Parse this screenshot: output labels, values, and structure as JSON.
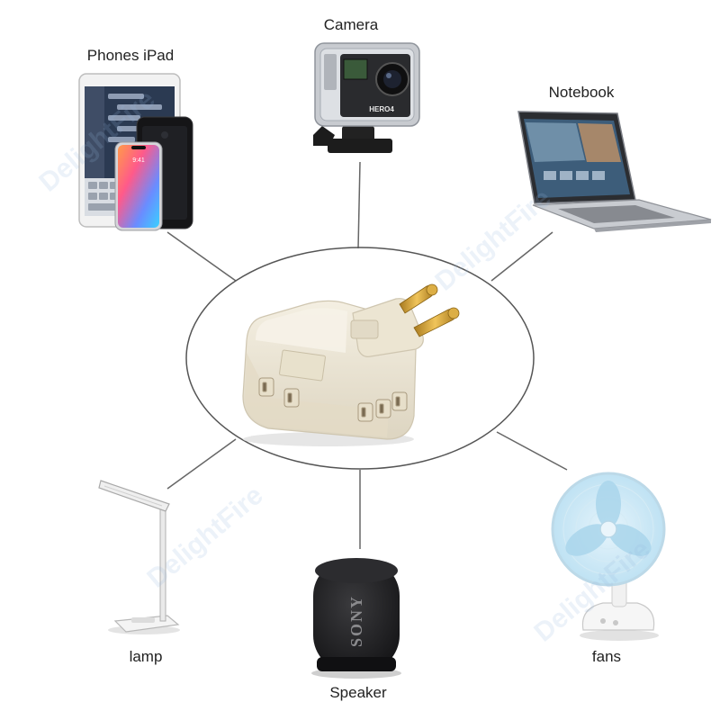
{
  "labels": {
    "phones": "Phones iPad",
    "camera": "Camera",
    "notebook": "Notebook",
    "lamp": "lamp",
    "speaker": "Speaker",
    "fans": "fans"
  },
  "camera_model": "HERO4",
  "speaker_brand": "SONY",
  "watermark": "DelightFire",
  "colors": {
    "adapter": "#ece6d6",
    "pins": "#c9982e",
    "lines": "#666666",
    "speaker": "#1d1d1f"
  }
}
